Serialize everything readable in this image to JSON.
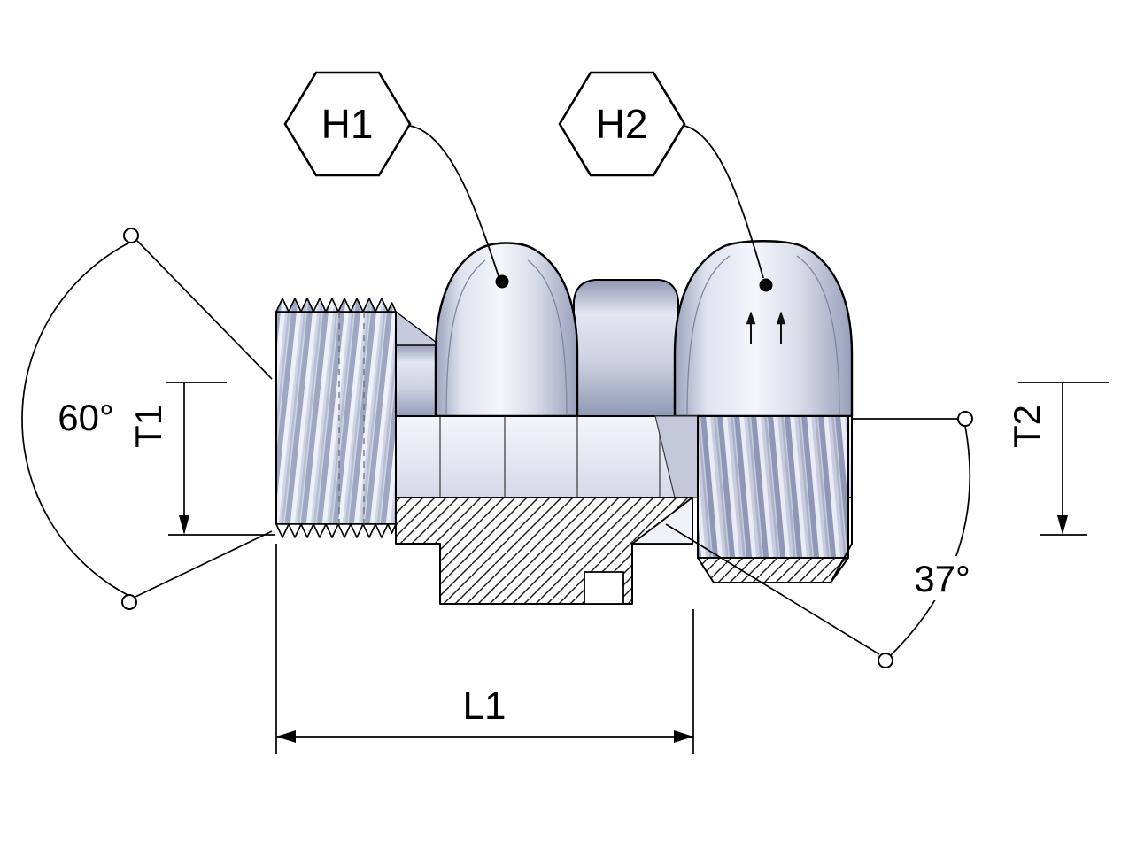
{
  "drawing": {
    "balloons": [
      {
        "label": "H1"
      },
      {
        "label": "H2"
      }
    ],
    "dims": {
      "seat_angle_left": "60°",
      "flare_angle_right": "37°",
      "thread_size_left": "T1",
      "thread_size_right": "T2",
      "overall_length": "L1"
    },
    "colors": {
      "background": "#ffffff",
      "line": "#000000",
      "body_light": "#eef0f8",
      "body_mid": "#d8dce9",
      "body_dark": "#a9b0c8"
    }
  }
}
